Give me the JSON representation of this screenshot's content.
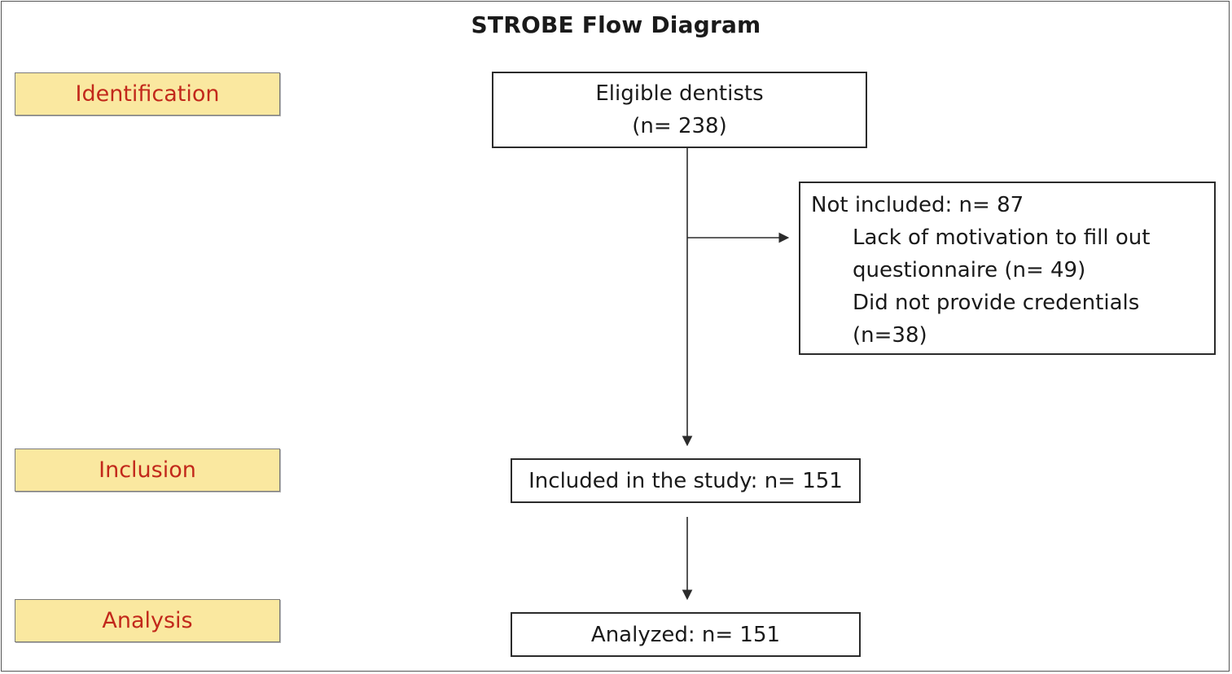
{
  "title": "STROBE Flow Diagram",
  "stages": {
    "identification": "Identification",
    "inclusion": "Inclusion",
    "analysis": "Analysis"
  },
  "boxes": {
    "eligible": {
      "line1": "Eligible dentists",
      "line2": "(n= 238)"
    },
    "not_included": {
      "header": "Not included: n= 87",
      "reason1_line1": "Lack of motivation to fill out",
      "reason1_line2": "questionnaire (n= 49)",
      "reason2_line1": "Did not provide credentials",
      "reason2_line2": "(n=38)"
    },
    "included": "Included in the study: n= 151",
    "analyzed": "Analyzed: n= 151"
  },
  "colors": {
    "stage_fill": "#fae8a0",
    "stage_text": "#c2281b",
    "line": "#2b2b2b"
  }
}
